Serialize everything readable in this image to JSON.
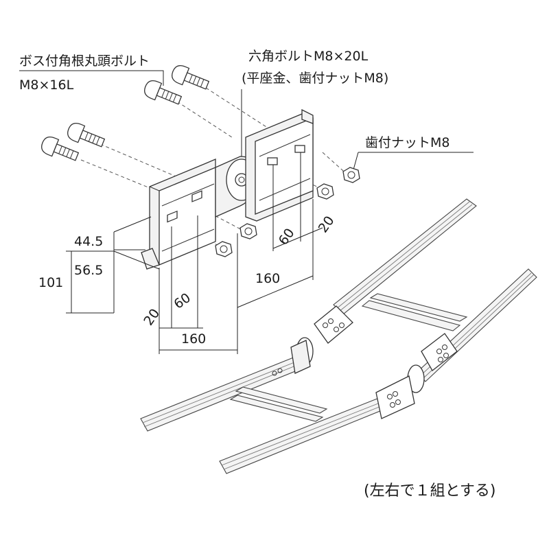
{
  "labels": {
    "pan_head_bolt_name": "ボス付角根丸頭ボルト",
    "pan_head_bolt_size": "M8×16L",
    "hex_bolt_name": "六角ボルトM8×20L",
    "hex_bolt_detail": "(平座金、歯付ナットM8)",
    "toothed_nut": "歯付ナットM8"
  },
  "dimensions": {
    "h_44_5": "44.5",
    "h_56_5": "56.5",
    "h_101": "101",
    "left_20": "20",
    "left_60": "60",
    "left_160": "160",
    "right_160": "160",
    "right_60": "60",
    "right_20": "20"
  },
  "note": "(左右で１組とする)"
}
